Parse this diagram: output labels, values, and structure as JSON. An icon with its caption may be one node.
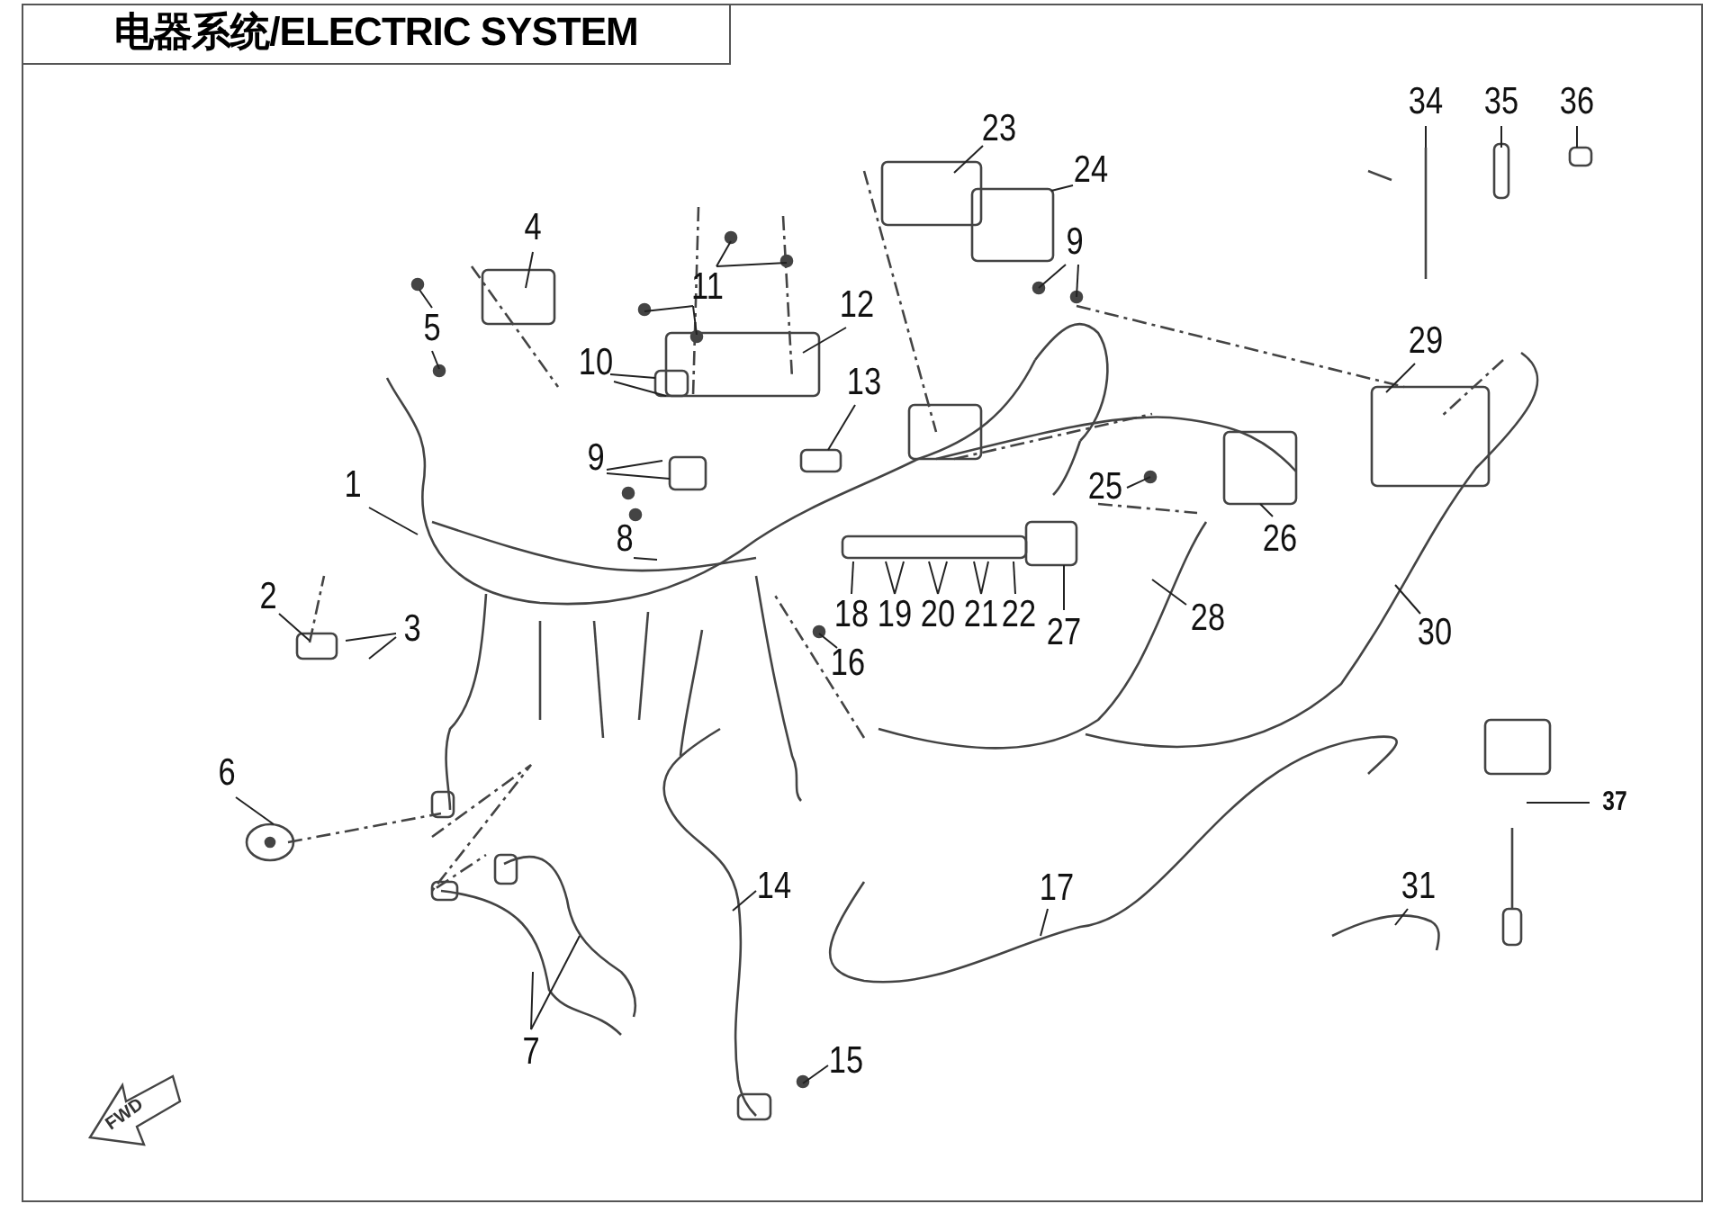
{
  "diagram": {
    "title": "电器系统/ELECTRIC SYSTEM",
    "nodes": [
      {
        "text": [
          "1"
        ]
      },
      {
        "text": [
          "2"
        ]
      },
      {
        "text": [
          "3"
        ]
      },
      {
        "text": [
          "4"
        ]
      },
      {
        "text": [
          "5"
        ]
      },
      {
        "text": [
          "6"
        ]
      },
      {
        "text": [
          "7"
        ]
      },
      {
        "text": [
          "8"
        ]
      },
      {
        "text": [
          "9"
        ]
      },
      {
        "text": [
          "9"
        ]
      },
      {
        "text": [
          "10"
        ]
      },
      {
        "text": [
          "11"
        ]
      },
      {
        "text": [
          "12"
        ]
      },
      {
        "text": [
          "13"
        ]
      },
      {
        "text": [
          "14"
        ]
      },
      {
        "text": [
          "15"
        ]
      },
      {
        "text": [
          "16"
        ]
      },
      {
        "text": [
          "17"
        ]
      },
      {
        "text": [
          "18"
        ]
      },
      {
        "text": [
          "19"
        ]
      },
      {
        "text": [
          "20"
        ]
      },
      {
        "text": [
          "21"
        ]
      },
      {
        "text": [
          "22"
        ]
      },
      {
        "text": [
          "23"
        ]
      },
      {
        "text": [
          "24"
        ]
      },
      {
        "text": [
          "25"
        ]
      },
      {
        "text": [
          "26"
        ]
      },
      {
        "text": [
          "27"
        ]
      },
      {
        "text": [
          "28"
        ]
      },
      {
        "text": [
          "29"
        ]
      },
      {
        "text": [
          "30"
        ]
      },
      {
        "text": [
          "31"
        ]
      },
      {
        "text": [
          "34"
        ]
      },
      {
        "text": [
          "35"
        ]
      },
      {
        "text": [
          "36"
        ]
      },
      {
        "text": [
          "37"
        ]
      }
    ],
    "edges": [
      {
        "from": 0,
        "to": null,
        "arrow": "none"
      },
      {
        "from": 1,
        "to": null,
        "arrow": "none"
      },
      {
        "from": 2,
        "to": null,
        "arrow": "none"
      },
      {
        "from": 2,
        "to": null,
        "arrow": "none"
      },
      {
        "from": 3,
        "to": null,
        "arrow": "none"
      },
      {
        "from": 4,
        "to": null,
        "arrow": "none"
      },
      {
        "from": 4,
        "to": null,
        "arrow": "none"
      },
      {
        "from": 5,
        "to": null,
        "arrow": "none"
      },
      {
        "from": 6,
        "to": null,
        "arrow": "none"
      },
      {
        "from": 6,
        "to": null,
        "arrow": "none"
      },
      {
        "from": 7,
        "to": null,
        "arrow": "none"
      },
      {
        "from": 8,
        "to": null,
        "arrow": "none"
      },
      {
        "from": 8,
        "to": null,
        "arrow": "none"
      },
      {
        "from": 9,
        "to": null,
        "arrow": "none"
      },
      {
        "from": 9,
        "to": null,
        "arrow": "none"
      },
      {
        "from": 10,
        "to": null,
        "arrow": "none"
      },
      {
        "from": 10,
        "to": null,
        "arrow": "none"
      },
      {
        "from": 11,
        "to": null,
        "arrow": "none"
      },
      {
        "from": 11,
        "to": null,
        "arrow": "none"
      },
      {
        "from": 11,
        "to": null,
        "arrow": "none"
      },
      {
        "from": 11,
        "to": null,
        "arrow": "none"
      },
      {
        "from": 12,
        "to": null,
        "arrow": "none"
      },
      {
        "from": 13,
        "to": null,
        "arrow": "none"
      },
      {
        "from": 14,
        "to": null,
        "arrow": "none"
      },
      {
        "from": 15,
        "to": null,
        "arrow": "none"
      },
      {
        "from": 16,
        "to": null,
        "arrow": "none"
      },
      {
        "from": 17,
        "to": null,
        "arrow": "none"
      },
      {
        "from": 18,
        "to": null,
        "arrow": "none"
      },
      {
        "from": 19,
        "to": null,
        "arrow": "none"
      },
      {
        "from": 19,
        "to": null,
        "arrow": "none"
      },
      {
        "from": 20,
        "to": null,
        "arrow": "none"
      },
      {
        "from": 20,
        "to": null,
        "arrow": "none"
      },
      {
        "from": 21,
        "to": null,
        "arrow": "none"
      },
      {
        "from": 21,
        "to": null,
        "arrow": "none"
      },
      {
        "from": 22,
        "to": null,
        "arrow": "none"
      },
      {
        "from": 23,
        "to": null,
        "arrow": "none"
      },
      {
        "from": 24,
        "to": null,
        "arrow": "none"
      },
      {
        "from": 25,
        "to": null,
        "arrow": "none"
      },
      {
        "from": 26,
        "to": null,
        "arrow": "none"
      },
      {
        "from": 27,
        "to": null,
        "arrow": "none"
      },
      {
        "from": 28,
        "to": null,
        "arrow": "none"
      },
      {
        "from": 29,
        "to": null,
        "arrow": "none"
      },
      {
        "from": 30,
        "to": null,
        "arrow": "none"
      },
      {
        "from": 31,
        "to": null,
        "arrow": "none"
      },
      {
        "from": 32,
        "to": null,
        "arrow": "none"
      },
      {
        "from": 33,
        "to": null,
        "arrow": "none"
      },
      {
        "from": 34,
        "to": null,
        "arrow": "none"
      },
      {
        "from": 35,
        "to": null,
        "arrow": "none"
      }
    ],
    "labels": [
      "FWD"
    ]
  }
}
